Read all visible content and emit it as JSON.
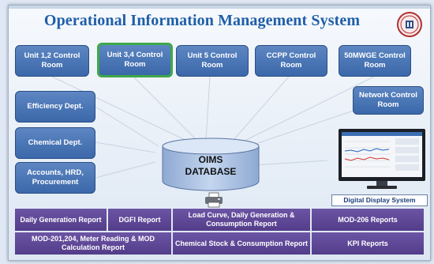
{
  "title": "Operational Information Management System",
  "rooms": [
    {
      "label": "Unit 1,2 Control Room",
      "highlighted": false
    },
    {
      "label": "Unit 3,4 Control Room",
      "highlighted": true
    },
    {
      "label": "Unit 5 Control Room",
      "highlighted": false
    },
    {
      "label": "CCPP Control Room",
      "highlighted": false
    },
    {
      "label": "50MWGE Control Room",
      "highlighted": false
    },
    {
      "label": "Network Control Room",
      "highlighted": false
    }
  ],
  "departments": [
    {
      "label": "Efficiency Dept."
    },
    {
      "label": "Chemical Dept."
    },
    {
      "label": "Accounts, HRD, Procurement"
    }
  ],
  "database": {
    "line1": "OIMS",
    "line2": "DATABASE"
  },
  "display_system": {
    "label": "Digital Display System"
  },
  "reports": [
    {
      "label": "Daily Generation Report"
    },
    {
      "label": "DGFI Report"
    },
    {
      "label": "Load Curve, Daily Generation & Consumption Report"
    },
    {
      "label": "MOD-206 Reports"
    },
    {
      "label": "MOD-201,204, Meter Reading & MOD Calculation Report"
    },
    {
      "label": "Chemical Stock & Consumption Report"
    },
    {
      "label": "KPI Reports"
    }
  ],
  "colors": {
    "title": "#1f5ea8",
    "box_fill": "#4a75b6",
    "highlight_border": "#3fa84a",
    "report_fill": "#5f4a98",
    "database_fill": "#a9c2e6"
  }
}
